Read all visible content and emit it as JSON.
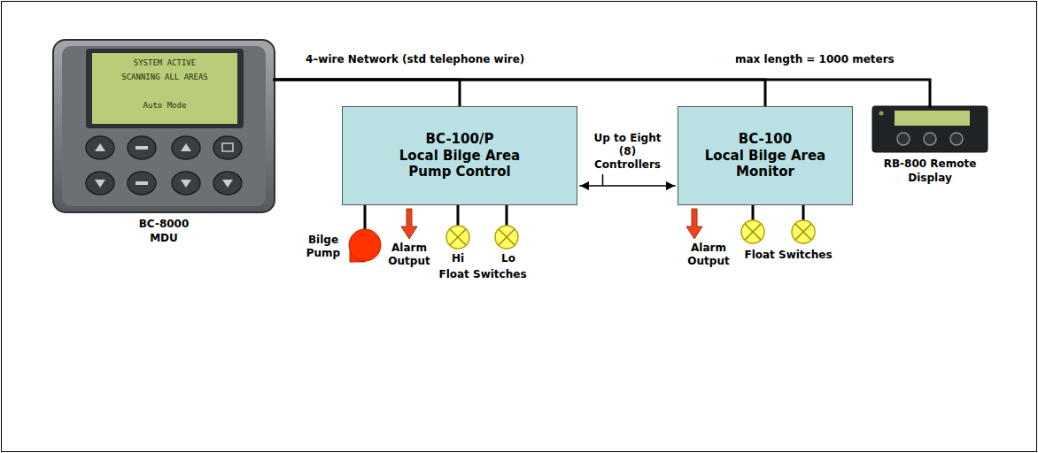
{
  "diagram": {
    "nodes": [
      {
        "text": [
          "BC-8000 MDU"
        ]
      },
      {
        "text": [
          "BC-100/P",
          "Local Bilge Area Pump Control"
        ]
      },
      {
        "text": [
          "BC-100",
          "Local Bilge Area Monitor"
        ]
      },
      {
        "text": [
          "RB-800 Remote Display"
        ]
      }
    ],
    "edges": [
      {
        "from": 0,
        "to": 1,
        "arrow": "none"
      },
      {
        "from": 0,
        "to": 2,
        "arrow": "none"
      },
      {
        "from": 0,
        "to": 3,
        "arrow": "none"
      },
      {
        "from": 1,
        "to": 2,
        "label": "Up to Eight (8) Controllers",
        "arrow": "both"
      }
    ],
    "labels": [
      "4–wire Network (std telephone wire)",
      "max length = 1000 meters",
      "SYSTEM ACTIVE",
      "SCANNING ALL AREAS",
      "Auto Mode",
      "Bilge Pump",
      "Alarm Output",
      "Hi",
      "Lo",
      "Float Switches",
      "Alarm Output",
      "Float Switches"
    ]
  }
}
